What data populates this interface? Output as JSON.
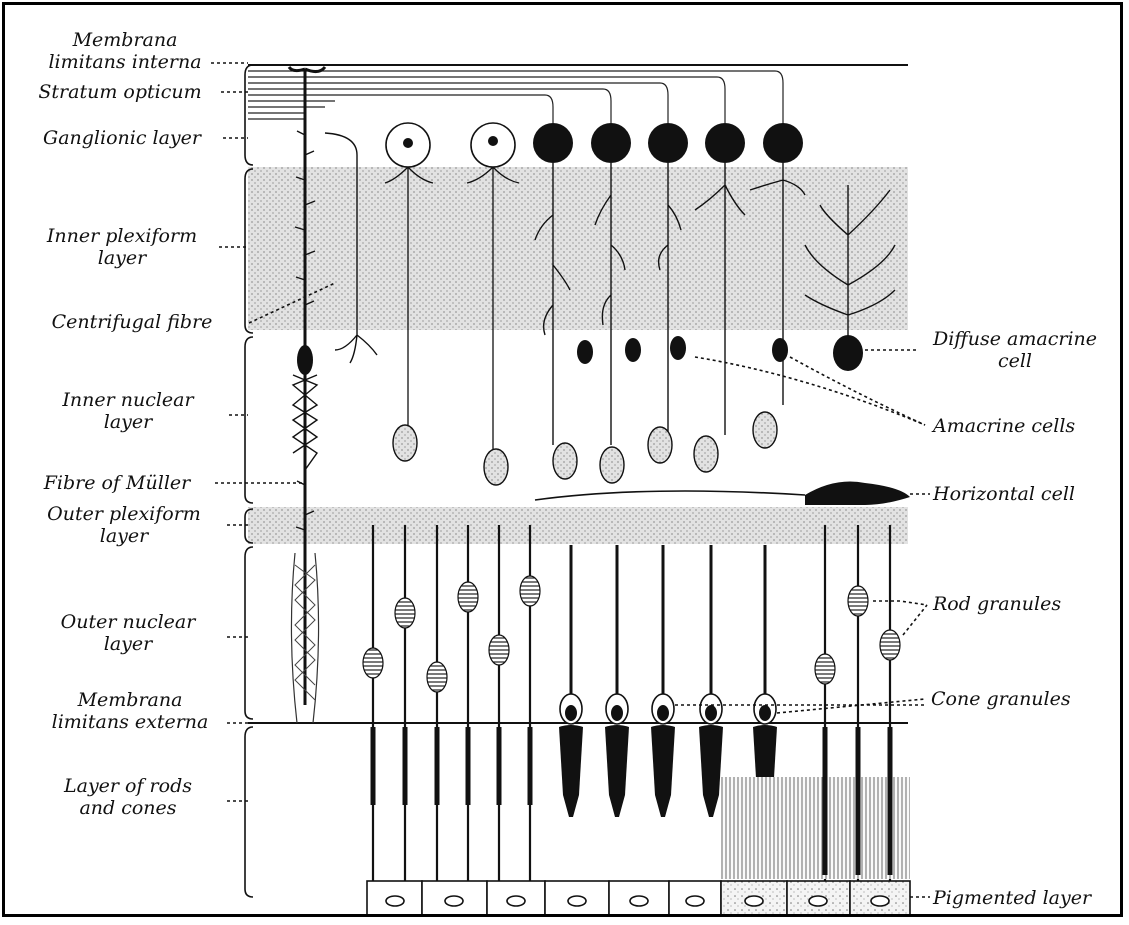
{
  "left_labels": {
    "membrana_limitans_interna": [
      "Membrana",
      "limitans interna"
    ],
    "stratum_opticum": [
      "Stratum opticum"
    ],
    "ganglionic_layer": [
      "Ganglionic layer"
    ],
    "inner_plexiform_layer": [
      "Inner plexiform",
      "layer"
    ],
    "centrifugal_fibre": [
      "Centrifugal fibre"
    ],
    "inner_nuclear_layer": [
      "Inner nuclear",
      "layer"
    ],
    "fibre_of_muller": [
      "Fibre of Müller"
    ],
    "outer_plexiform_layer": [
      "Outer plexiform",
      "layer"
    ],
    "outer_nuclear_layer": [
      "Outer nuclear",
      "layer"
    ],
    "membrana_limitans_externa": [
      "Membrana",
      "limitans externa"
    ],
    "layer_of_rods_and_cones": [
      "Layer of rods",
      "and cones"
    ]
  },
  "right_labels": {
    "diffuse_amacrine_cell": [
      "Diffuse amacrine",
      "cell"
    ],
    "amacrine_cells": [
      "Amacrine cells"
    ],
    "horizontal_cell": [
      "Horizontal cell"
    ],
    "rod_granules": [
      "Rod granules"
    ],
    "cone_granules": [
      "Cone granules"
    ],
    "pigmented_layer": [
      "Pigmented layer"
    ]
  },
  "colors": {
    "ink": "#111111",
    "stipple_band": "#d9d9d9",
    "background": "#ffffff"
  }
}
